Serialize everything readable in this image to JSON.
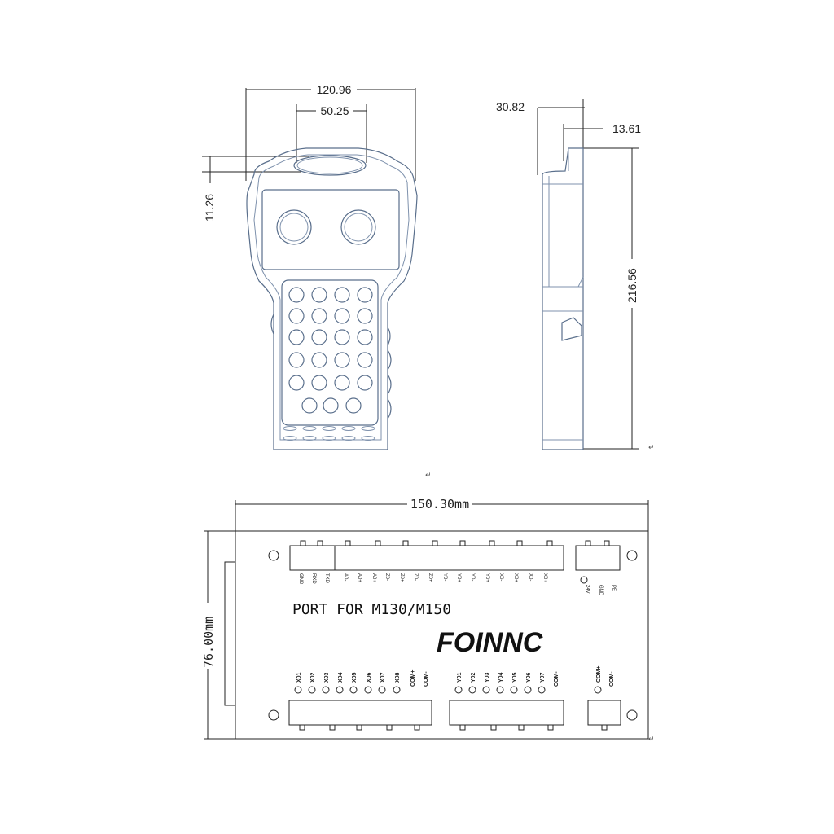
{
  "pendant": {
    "front": {
      "width": "120.96",
      "grip_width": "50.25",
      "grip_height": "11.26"
    },
    "side": {
      "depth": "30.82",
      "top_step": "13.61",
      "height": "216.56"
    }
  },
  "board": {
    "width": "150.30mm",
    "height": "76.00mm",
    "title": "PORT FOR M130/M150",
    "brand": "FOINNC",
    "top_pins": [
      "GND",
      "RXD",
      "TXD",
      "A0-",
      "A0+",
      "A0+",
      "Z0-",
      "Z0+",
      "Z0-",
      "Z0+",
      "Y0-",
      "Y0+",
      "Y0-",
      "Y0+",
      "X0-",
      "X0+",
      "X0-",
      "X0+"
    ],
    "power_pins": [
      "24V",
      "GND",
      "PE"
    ],
    "x_inputs": [
      "X01",
      "X02",
      "X03",
      "X04",
      "X05",
      "X06",
      "X07",
      "X08",
      "COM+",
      "COM-"
    ],
    "y_outputs": [
      "Y01",
      "Y02",
      "Y03",
      "Y04",
      "Y05",
      "Y06",
      "Y07",
      "COM-"
    ],
    "com_pins": [
      "COM+",
      "COM-"
    ]
  },
  "return_mark": "↵"
}
